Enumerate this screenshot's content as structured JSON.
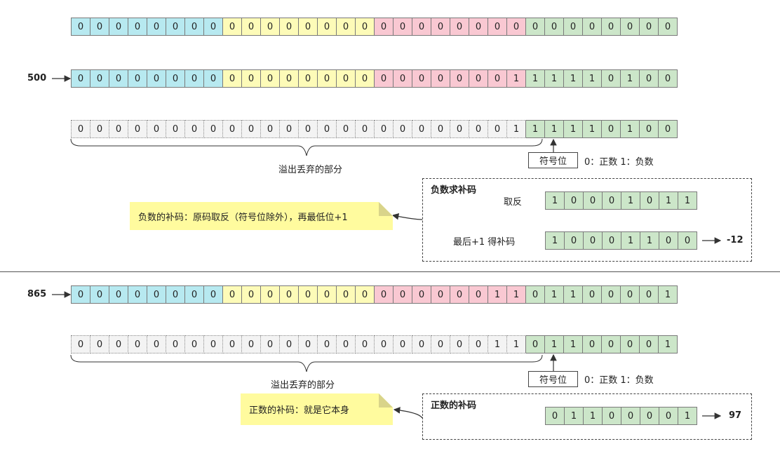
{
  "rows": {
    "r1": {
      "colors": "cccccccc yyyyyyyy pppppppp gggggggg",
      "bits": [
        "0",
        "0",
        "0",
        "0",
        "0",
        "0",
        "0",
        "0",
        "0",
        "0",
        "0",
        "0",
        "0",
        "0",
        "0",
        "0",
        "0",
        "0",
        "0",
        "0",
        "0",
        "0",
        "0",
        "0",
        "0",
        "0",
        "0",
        "0",
        "0",
        "0",
        "0",
        "0"
      ]
    },
    "r2": {
      "colors": "cccccccc yyyyyyyy pppppppp gggggggg",
      "bits": [
        "0",
        "0",
        "0",
        "0",
        "0",
        "0",
        "0",
        "0",
        "0",
        "0",
        "0",
        "0",
        "0",
        "0",
        "0",
        "0",
        "0",
        "0",
        "0",
        "0",
        "0",
        "0",
        "0",
        "1",
        "1",
        "1",
        "1",
        "1",
        "0",
        "1",
        "0",
        "0"
      ]
    },
    "r3": {
      "colors": "dddddddd dddddddd dddddddd gggggggg",
      "bits": [
        "0",
        "0",
        "0",
        "0",
        "0",
        "0",
        "0",
        "0",
        "0",
        "0",
        "0",
        "0",
        "0",
        "0",
        "0",
        "0",
        "0",
        "0",
        "0",
        "0",
        "0",
        "0",
        "0",
        "1",
        "1",
        "1",
        "1",
        "1",
        "0",
        "1",
        "0",
        "0"
      ]
    },
    "r4": {
      "colors": "gggggggg",
      "bits": [
        "1",
        "0",
        "0",
        "0",
        "1",
        "0",
        "1",
        "1"
      ]
    },
    "r5": {
      "colors": "gggggggg",
      "bits": [
        "1",
        "0",
        "0",
        "0",
        "1",
        "1",
        "0",
        "0"
      ]
    },
    "r6": {
      "colors": "cccccccc yyyyyyyy pppppppp gggggggg",
      "bits": [
        "0",
        "0",
        "0",
        "0",
        "0",
        "0",
        "0",
        "0",
        "0",
        "0",
        "0",
        "0",
        "0",
        "0",
        "0",
        "0",
        "0",
        "0",
        "0",
        "0",
        "0",
        "0",
        "1",
        "1",
        "0",
        "1",
        "1",
        "0",
        "0",
        "0",
        "0",
        "1"
      ]
    },
    "r7": {
      "colors": "dddddddd dddddddd dddddddd gggggggg",
      "bits": [
        "0",
        "0",
        "0",
        "0",
        "0",
        "0",
        "0",
        "0",
        "0",
        "0",
        "0",
        "0",
        "0",
        "0",
        "0",
        "0",
        "0",
        "0",
        "0",
        "0",
        "0",
        "0",
        "1",
        "1",
        "0",
        "1",
        "1",
        "0",
        "0",
        "0",
        "0",
        "1"
      ]
    },
    "r8": {
      "colors": "gggggggg",
      "bits": [
        "0",
        "1",
        "1",
        "0",
        "0",
        "0",
        "0",
        "1"
      ]
    }
  },
  "labels": {
    "val500": "500",
    "val865": "865",
    "overflow1": "溢出丢弃的部分",
    "overflow2": "溢出丢弃的部分",
    "sign1": "符号位",
    "sign2": "符号位",
    "signnote1": "0：正数   1：负数",
    "signnote2": "0：正数   1：负数",
    "negbox_title": "负数求补码",
    "invert": "取反",
    "plus1": "最后+1  得补码",
    "result_neg": "-12",
    "note_neg": "负数的补码：原码取反（符号位除外），再最低位+1",
    "posbox_title": "正数的补码",
    "note_pos": "正数的补码：就是它本身",
    "result_pos": "97"
  },
  "colors": {
    "cyan": "#b7e9f0",
    "yellow": "#fdfbb8",
    "pink": "#f9c8d2",
    "green": "#cce6c9",
    "note": "#fffb9e"
  }
}
